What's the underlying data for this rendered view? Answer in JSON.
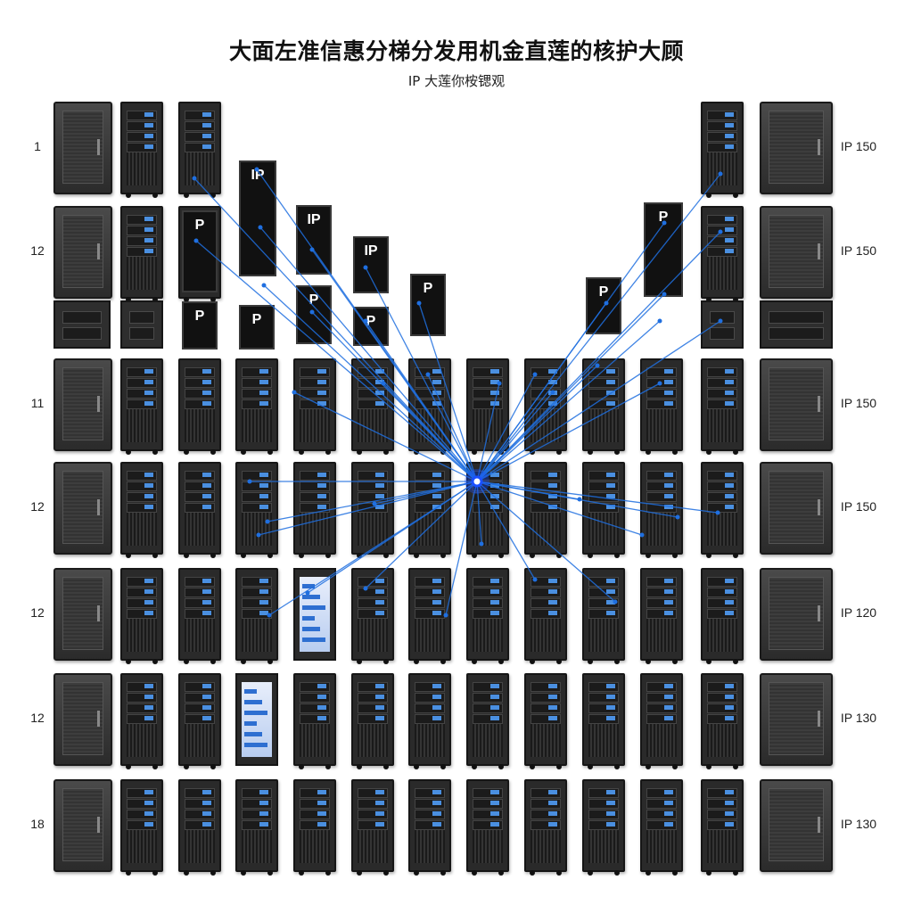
{
  "title": "大面左准信惠分梯分发用机金直莲的核护大顾",
  "subtitle": "IP   大莲你桉锶观",
  "row_labels": [
    "1",
    "12",
    "11",
    "12",
    "12",
    "12",
    "18"
  ],
  "right_labels": [
    "IP 150",
    "IP 150",
    "IP 150",
    "IP 150",
    "IP 120",
    "IP 130",
    "IP 130"
  ],
  "ip_cards": [
    {
      "label": "IP"
    },
    {
      "label": "P"
    },
    {
      "label": "IP"
    },
    {
      "label": "P"
    },
    {
      "label": "P"
    },
    {
      "label": "IP"
    },
    {
      "label": "P"
    },
    {
      "label": "P"
    },
    {
      "label": "P"
    },
    {
      "label": "P"
    },
    {
      "label": "P"
    }
  ],
  "colors": {
    "wire": "#1f6fe0",
    "hub": "#1a4fff",
    "rack": "#2a2a2a",
    "led": "#4a8fe0"
  }
}
